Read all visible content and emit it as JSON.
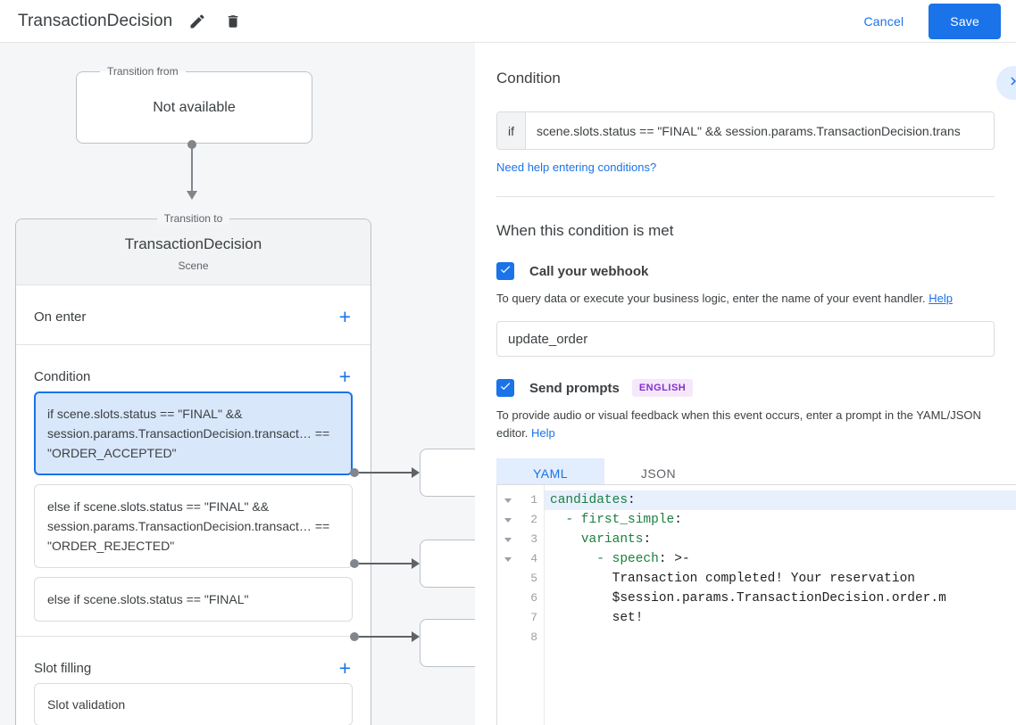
{
  "topbar": {
    "title": "TransactionDecision",
    "edit_icon": "pencil-icon",
    "delete_icon": "trash-icon",
    "cancel_label": "Cancel",
    "save_label": "Save",
    "accent": "#1a73e8"
  },
  "canvas": {
    "transition_from": {
      "legend": "Transition from",
      "value": "Not available"
    },
    "transition_to": {
      "legend": "Transition to",
      "name": "TransactionDecision",
      "subtitle": "Scene"
    },
    "sections": [
      {
        "title": "On enter",
        "add_label": "+"
      },
      {
        "title": "Condition",
        "add_label": "+"
      },
      {
        "title": "Slot filling",
        "add_label": "+"
      }
    ],
    "conditions": [
      {
        "text": "if scene.slots.status == \"FINAL\" && session.params.TransactionDecision.transact… == \"ORDER_ACCEPTED\"",
        "selected": true
      },
      {
        "text": "else if scene.slots.status == \"FINAL\" && session.params.TransactionDecision.transact… == \"ORDER_REJECTED\"",
        "selected": false
      },
      {
        "text": "else if scene.slots.status == \"FINAL\"",
        "selected": false
      }
    ],
    "slot_filling": [
      {
        "text": "Slot validation"
      }
    ]
  },
  "right_panel": {
    "condition_heading": "Condition",
    "expand_icon": "chevron-right-icon",
    "if_prefix": "if",
    "condition_value": "scene.slots.status == \"FINAL\" && session.params.TransactionDecision.trans",
    "condition_help_link": "Need help entering conditions?",
    "when_met_heading": "When this condition is met",
    "webhook": {
      "checked": true,
      "label": "Call your webhook",
      "description": "To query data or execute your business logic, enter the name of your event handler.",
      "help_label": "Help",
      "handler_value": "update_order"
    },
    "prompts": {
      "checked": true,
      "label": "Send prompts",
      "language_badge": "ENGLISH",
      "description": "To provide audio or visual feedback when this event occurs, enter a prompt in the YAML/JSON editor.",
      "help_label": "Help",
      "tabs": [
        {
          "label": "YAML",
          "active": true
        },
        {
          "label": "JSON",
          "active": false
        }
      ]
    },
    "editor": {
      "line_numbers": [
        "1",
        "2",
        "3",
        "4",
        "5",
        "6",
        "7",
        "8"
      ],
      "fold_arrows": [
        true,
        true,
        true,
        true,
        false,
        false,
        false,
        false
      ],
      "highlighted_line": 1,
      "lines": [
        {
          "indent": "",
          "key": "candidates",
          "suffix": ":",
          "plain": ""
        },
        {
          "indent": "  ",
          "key": "- first_simple",
          "suffix": ":",
          "plain": ""
        },
        {
          "indent": "    ",
          "key": "variants",
          "suffix": ":",
          "plain": ""
        },
        {
          "indent": "      ",
          "key": "- speech",
          "suffix": ": >-",
          "plain": ""
        },
        {
          "indent": "        ",
          "key": "",
          "suffix": "",
          "plain": "Transaction completed! Your reservation"
        },
        {
          "indent": "        ",
          "key": "",
          "suffix": "",
          "plain": "$session.params.TransactionDecision.order.m"
        },
        {
          "indent": "        ",
          "key": "",
          "suffix": "",
          "plain": "set!"
        },
        {
          "indent": "",
          "key": "",
          "suffix": "",
          "plain": ""
        }
      ]
    }
  }
}
